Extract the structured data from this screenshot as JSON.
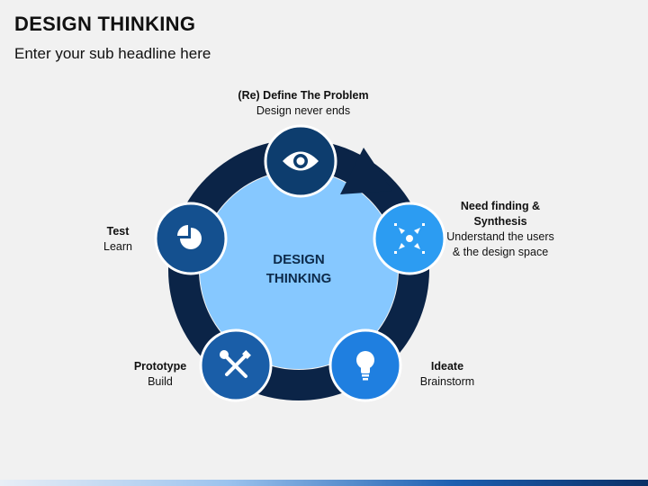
{
  "header": {
    "title": "DESIGN THINKING",
    "subtitle": "Enter your sub headline here"
  },
  "center": {
    "line1": "DESIGN",
    "line2": "THINKING"
  },
  "stages": [
    {
      "id": "define",
      "title": "(Re) Define The Problem",
      "desc": "Design never ends",
      "icon": "eye-icon",
      "color": "#0d3d6e"
    },
    {
      "id": "need-finding",
      "title": "Need finding & Synthesis",
      "desc": "Understand the users & the design space",
      "icon": "converge-arrows-icon",
      "color": "#2c9cf2"
    },
    {
      "id": "ideate",
      "title": "Ideate",
      "desc": "Brainstorm",
      "icon": "lightbulb-icon",
      "color": "#1f7fe0"
    },
    {
      "id": "prototype",
      "title": "Prototype",
      "desc": "Build",
      "icon": "tools-icon",
      "color": "#1a5ea8"
    },
    {
      "id": "test",
      "title": "Test",
      "desc": "Learn",
      "icon": "pie-chart-icon",
      "color": "#14508f"
    }
  ],
  "colors": {
    "ring": "#0b2447",
    "inner": "#86c8ff",
    "node_border": "#ffffff"
  }
}
